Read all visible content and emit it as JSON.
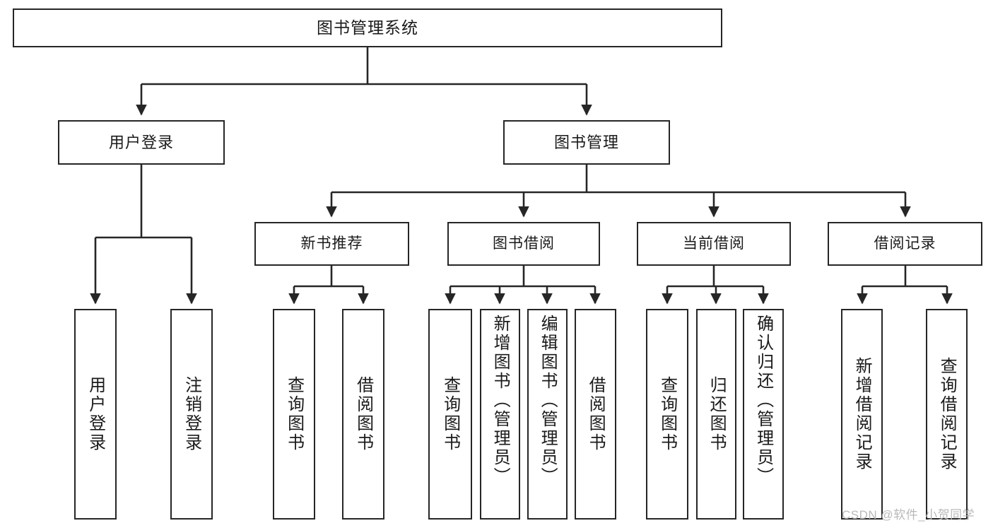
{
  "diagram": {
    "title": "图书管理系统",
    "type": "tree",
    "root": {
      "label": "图书管理系统"
    },
    "level1": [
      {
        "label": "用户登录"
      },
      {
        "label": "图书管理"
      }
    ],
    "level2": [
      {
        "label": "新书推荐"
      },
      {
        "label": "图书借阅"
      },
      {
        "label": "当前借阅"
      },
      {
        "label": "借阅记录"
      }
    ],
    "leaves": {
      "user_login": [
        {
          "label": "用户登录"
        },
        {
          "label": "注销登录"
        }
      ],
      "new_book_rec": [
        {
          "label": "查询图书"
        },
        {
          "label": "借阅图书"
        }
      ],
      "book_borrow": [
        {
          "label": "查询图书"
        },
        {
          "label": "新增图书（管理员）"
        },
        {
          "label": "编辑图书（管理员）"
        },
        {
          "label": "借阅图书"
        }
      ],
      "current_borrow": [
        {
          "label": "查询图书"
        },
        {
          "label": "归还图书"
        },
        {
          "label": "确认归还（管理员）"
        }
      ],
      "borrow_record": [
        {
          "label": "新增借阅记录"
        },
        {
          "label": "查询借阅记录"
        }
      ]
    },
    "watermark": "CSDN @软件_小贺同学",
    "colors": {
      "stroke": "#262626",
      "fill": "#ffffff",
      "text": "#1a1a1a",
      "watermark": "#b9b9b9"
    }
  }
}
